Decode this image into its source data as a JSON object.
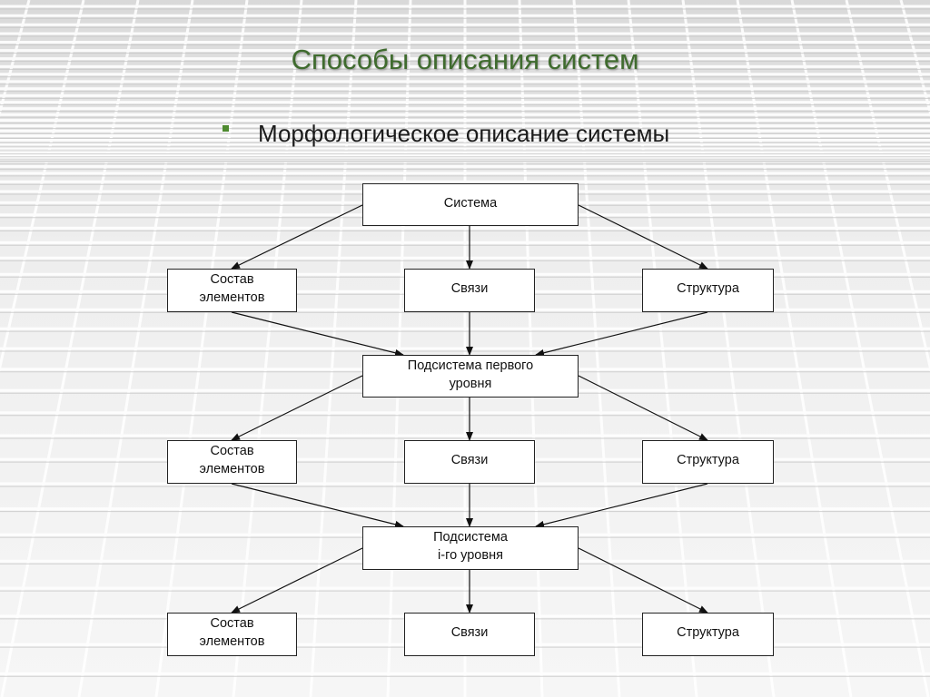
{
  "slide": {
    "title": "Способы описания систем",
    "bullet": "Морфологическое описание системы"
  },
  "diagram": {
    "nodes": {
      "system": "Система",
      "composition_1": "Состав\nэлементов",
      "links_1": "Связи",
      "structure_1": "Структура",
      "subsystem_1": "Подсистема первого\nуровня",
      "composition_2": "Состав\nэлементов",
      "links_2": "Связи",
      "structure_2": "Структура",
      "subsystem_i": "Подсистема\ni-го уровня",
      "composition_3": "Состав\nэлементов",
      "links_3": "Связи",
      "structure_3": "Структура"
    }
  },
  "colors": {
    "title": "#3f6b2e",
    "bullet": "#4e8a2f",
    "box_fill": "#ffffff",
    "box_border": "#222222",
    "connector": "#111111"
  }
}
